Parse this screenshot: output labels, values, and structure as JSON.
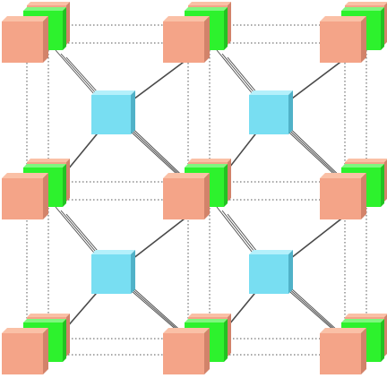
{
  "colors": {
    "background": "#ffffff",
    "salmon_front": "#f4a488",
    "salmon_top": "#fac0a6",
    "salmon_side": "#d2836a",
    "green_front": "#2df22d",
    "green_top": "#7ef77e",
    "green_side": "#22c222",
    "cyan_front": "#78def2",
    "cyan_top": "#b4f0fb",
    "cyan_side": "#50b2c8",
    "solid_link": "#4a4a4a",
    "dotted_link": "#555555"
  },
  "icons": {
    "salmon_cube": "salmon-cube-icon",
    "green_cube": "green-cube-icon",
    "cyan_cube": "cyan-cube-icon"
  },
  "diagram": {
    "type": "3d-torus-lattice",
    "grid_columns": 3,
    "grid_rows": 3,
    "layers_per_stack": 3,
    "center_cube_count": 4
  }
}
